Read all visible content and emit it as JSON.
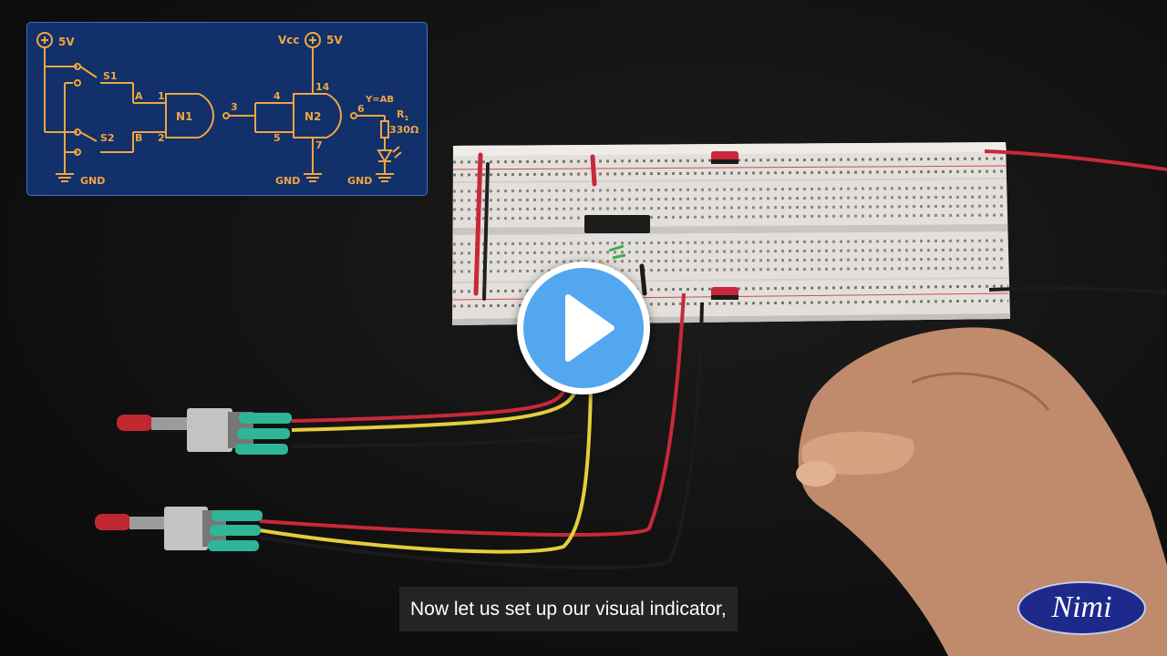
{
  "player": {
    "caption": "Now let us set up our visual indicator,",
    "play_icon": "play-icon",
    "play_color": "#53a7f1",
    "logo_text": "Nimi",
    "logo_color": "#1d2a8c"
  },
  "schematic": {
    "supply_left": "5V",
    "vcc_label": "Vcc",
    "supply_right": "5V",
    "switch_1": "S1",
    "switch_2": "S2",
    "input_a": "A",
    "input_b": "B",
    "pin_1": "1",
    "pin_2": "2",
    "pin_3": "3",
    "pin_4": "4",
    "pin_5": "5",
    "pin_6": "6",
    "pin_7": "7",
    "pin_14": "14",
    "gate_1": "N1",
    "gate_2": "N2",
    "output": "Y=AB",
    "resistor": "R",
    "resistor_sub": "1",
    "resistor_value": "330Ω",
    "gnd_1": "GND",
    "gnd_2": "GND",
    "gnd_3": "GND",
    "line_color": "#f0a640",
    "panel_color": "#12306a"
  }
}
